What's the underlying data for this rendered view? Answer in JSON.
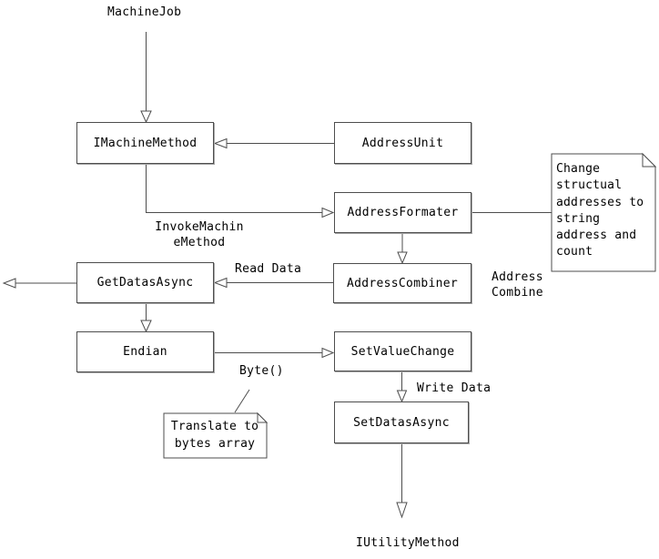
{
  "diagram_title": "machine job address pipeline flowchart",
  "colors": {
    "background": "#ffffff",
    "line": "#4d4d4d",
    "text": "#000000",
    "shape_fill": "#ffffff"
  },
  "nodes": {
    "machinejob": {
      "label": "MachineJob"
    },
    "imachinemethod": {
      "label": "IMachineMethod"
    },
    "addressunit": {
      "label": "AddressUnit"
    },
    "addressformater": {
      "label": "AddressFormater"
    },
    "addresscombiner": {
      "label": "AddressCombiner"
    },
    "getdatasasync": {
      "label": "GetDatasAsync"
    },
    "endian": {
      "label": "Endian"
    },
    "setvaluechange": {
      "label": "SetValueChange"
    },
    "setdatasasync": {
      "label": "SetDatasAsync"
    },
    "iutilitymethod": {
      "label": "IUtilityMethod"
    }
  },
  "edge_labels": {
    "invoke_machine_method": "InvokeMachin\neMethod",
    "read_data": "Read Data",
    "address_combine": "Address\nCombine",
    "byte": "Byte()",
    "write_data": "Write Data"
  },
  "notes": {
    "change_structural": "Change\nstructual\naddresses to\nstring\naddress and\ncount",
    "translate_bytes": "Translate to\nbytes array"
  }
}
